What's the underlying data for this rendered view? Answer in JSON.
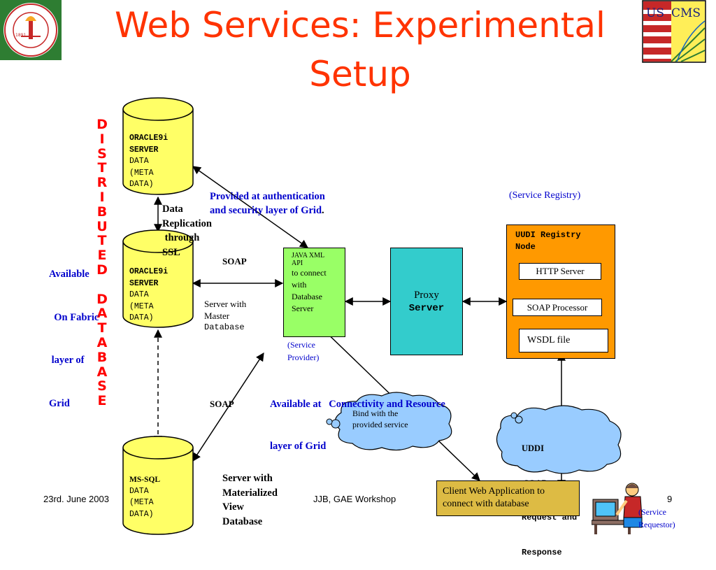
{
  "slide": {
    "title_line1": "Web Services: Experimental",
    "title_line2": "Setup",
    "vertical_label": [
      "D",
      "I",
      "S",
      "T",
      "R",
      "I",
      "B",
      "U",
      "T",
      "E",
      "D",
      "",
      "D",
      "A",
      "T",
      "A",
      "B",
      "A",
      "S",
      "E"
    ],
    "logos": {
      "left": "caltech-logo",
      "right": "us-cms-logo"
    },
    "footer": {
      "date": "23rd. June 2003",
      "center": "JJB, GAE Workshop",
      "page": "9"
    }
  },
  "databases": {
    "oracle_top": {
      "name1": "ORACLE9i",
      "name2": "SERVER",
      "line3": "DATA",
      "line4": "(META",
      "line5": "DATA)"
    },
    "oracle_mid": {
      "name1": "ORACLE9i",
      "name2": "SERVER",
      "line3": "DATA",
      "line4": "(META",
      "line5": "DATA)"
    },
    "mssql": {
      "name1": "MS-SQL",
      "line2": "DATA",
      "line3": "(META",
      "line4": "DATA)"
    }
  },
  "labels": {
    "data_replication": [
      "Data",
      "Replication",
      " through",
      "SSL"
    ],
    "available_fabric": [
      "Available",
      "  On Fabric",
      " layer of",
      "Grid"
    ],
    "soap_top": "SOAP",
    "soap_bottom": "SOAP",
    "server_with_master": [
      "Server with",
      "Master"
    ],
    "server_with_master_mono": "Database",
    "server_materialized": [
      "Server with",
      "Materialized",
      "View",
      "Database"
    ],
    "provided_auth": [
      "Provided at authentication",
      "and security layer of Grid"
    ],
    "provided_auth_dot": ".",
    "service_registry": "(Service Registry)",
    "service_provider": [
      "(Service",
      "Provider)"
    ],
    "available_connectivity": [
      "Available at   Connectivity and Resource",
      "layer of Grid"
    ],
    "service_requestor": [
      "(Service",
      "Requestor)"
    ]
  },
  "java_box": {
    "line1": "JAVA XML",
    "line2": "API",
    "rest": [
      "to connect",
      "with",
      "Database",
      "Server"
    ]
  },
  "proxy": {
    "line1": "Proxy",
    "line2": "Server"
  },
  "uddi": {
    "title": [
      "UUDI Registry",
      "Node"
    ],
    "http": "HTTP Server",
    "soap_proc": "SOAP Processor",
    "wsdl": "WSDL file"
  },
  "clouds": {
    "bind": [
      "Bind with the",
      "provided service"
    ],
    "uddi": [
      "UDDI",
      " SOAP"
    ],
    "uddi_mono": [
      "Request and",
      "Response"
    ]
  },
  "client": [
    "Client Web Application to",
    "connect with database"
  ],
  "colors": {
    "title": "#ff3300",
    "vertical": "#ff0000",
    "blue_text": "#0000cc",
    "db_fill": "#ffff66",
    "java_fill": "#99ff66",
    "proxy_fill": "#33cccc",
    "uddi_fill": "#ff9900",
    "cloud_fill": "#99ccff",
    "client_fill": "#ddbb44"
  }
}
